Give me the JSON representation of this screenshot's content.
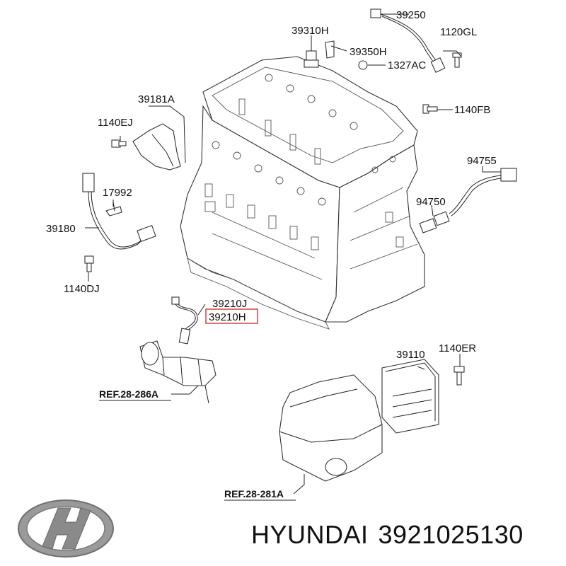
{
  "labels": {
    "p39250": "39250",
    "p39310H": "39310H",
    "p1120GL": "1120GL",
    "p39350H": "39350H",
    "p1327AC": "1327AC",
    "p1140FB": "1140FB",
    "p39181A": "39181A",
    "p1140EJ": "1140EJ",
    "p17992": "17992",
    "p39180": "39180",
    "p1140DJ": "1140DJ",
    "p94755": "94755",
    "p94750": "94750",
    "p39210J": "39210J",
    "p39210H": "39210H",
    "p39110": "39110",
    "p1140ER": "1140ER",
    "ref286A": "REF.28-286A",
    "ref281A": "REF.28-281A"
  },
  "highlight": {
    "label": "39210H",
    "color": "#cc2222"
  },
  "caption": {
    "brand": "HYUNDAI",
    "part_number": "3921025130"
  },
  "logo": {
    "name": "hyundai-logo-icon",
    "color": "#8a8a8a"
  }
}
